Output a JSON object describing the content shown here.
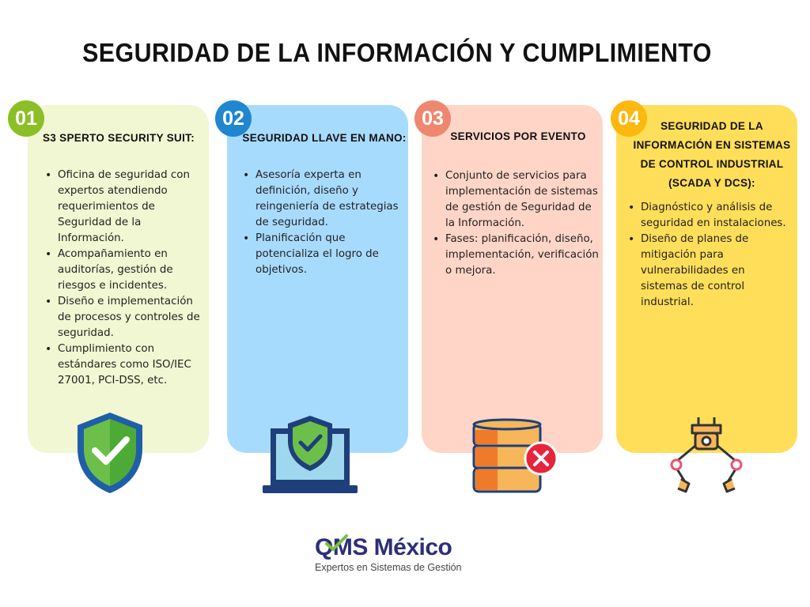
{
  "title": "SEGURIDAD DE LA INFORMACIÓN Y CUMPLIMIENTO",
  "cards": [
    {
      "number": "01",
      "heading": "S3 SPERTO SECURITY SUIT:",
      "color": "#f1f7d2",
      "badge": "#8cbf26",
      "icon": "shield-check-icon",
      "items": [
        "Oficina de seguridad con expertos atendiendo requerimientos de Seguridad de la Información.",
        "Acompañamiento en auditorías, gestión de riesgos e incidentes.",
        "Diseño e implementación de procesos y controles de seguridad.",
        "Cumplimiento con estándares como ISO/IEC 27001, PCI-DSS, etc."
      ]
    },
    {
      "number": "02",
      "heading": "SEGURIDAD LLAVE EN MANO:",
      "color": "#a7dbfd",
      "badge": "#1f86cf",
      "icon": "laptop-shield-icon",
      "items": [
        "Asesoría experta en definición, diseño y reingeniería de estrategias de seguridad.",
        "Planificación que potencializa el logro de objetivos."
      ]
    },
    {
      "number": "03",
      "heading": "SERVICIOS POR EVENTO",
      "color": "#fed5c6",
      "badge": "#ef8670",
      "icon": "database-error-icon",
      "items": [
        "Conjunto de servicios para implementación de sistemas de gestión de Seguridad de la Información.",
        "Fases: planificación, diseño, implementación, verificación o mejora."
      ]
    },
    {
      "number": "04",
      "heading": "SEGURIDAD DE LA INFORMACIÓN EN SISTEMAS DE CONTROL INDUSTRIAL (SCADA Y DCS):",
      "color": "#ffde59",
      "badge": "#fbb80f",
      "icon": "robotic-arm-icon",
      "items": [
        "Diagnóstico y análisis de seguridad en instalaciones.",
        "Diseño de planes de mitigación para vulnerabilidades en sistemas de control industrial."
      ]
    }
  ],
  "logo": {
    "brand": "QMS México",
    "tagline": "Expertos en Sistemas de Gestión"
  }
}
